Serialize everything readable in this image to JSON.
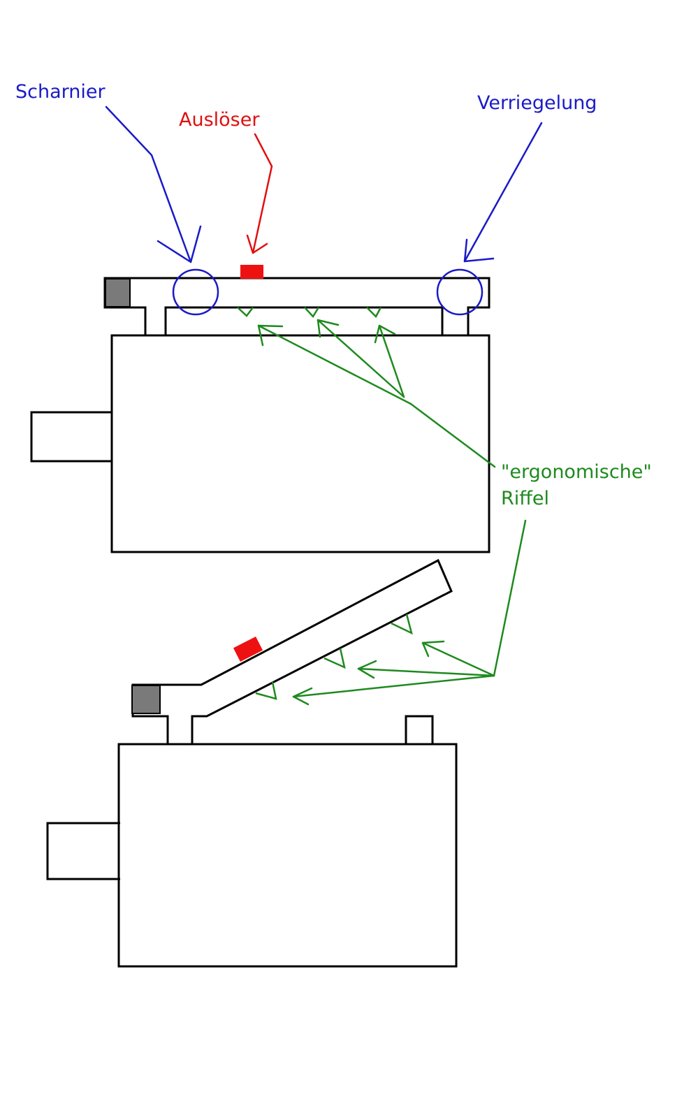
{
  "labels": {
    "hinge": "Scharnier",
    "trigger": "Auslöser",
    "lock": "Verriegelung",
    "ridges_line1": "\"ergonomische\"",
    "ridges_line2": "Riffel"
  },
  "colors": {
    "hinge": "#1a1ac8",
    "trigger": "#e01010",
    "lock": "#1a1ac8",
    "ridges": "#1e8a1e",
    "trigger_button": "#ee1111",
    "hinge_block": "#7a7a7a",
    "outline": "#000000"
  },
  "views": [
    "closed",
    "open"
  ]
}
